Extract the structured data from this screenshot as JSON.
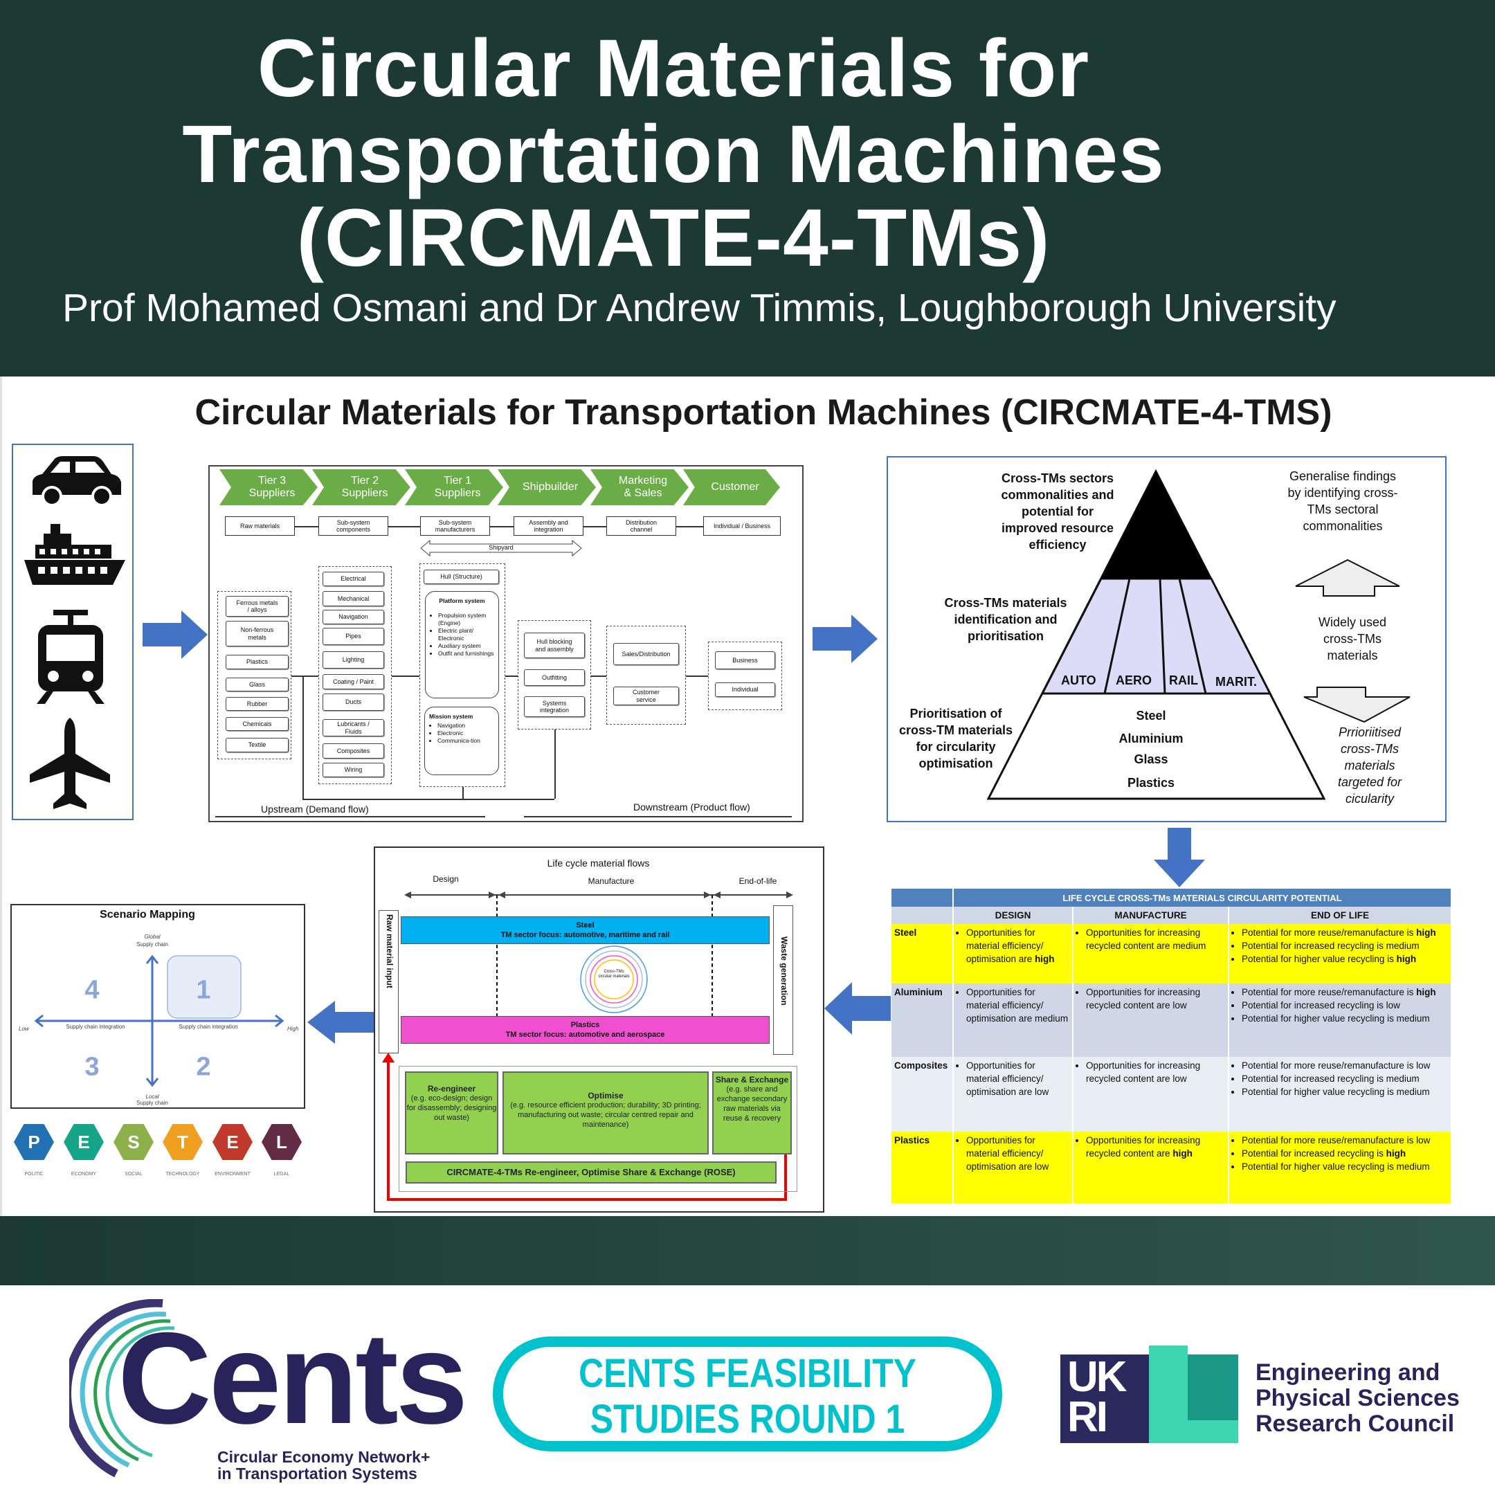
{
  "header": {
    "title_lines": [
      "Circular Materials for",
      "Transportation Machines",
      "(CIRCMATE-4-TMs)"
    ],
    "subtitle": "Prof Mohamed Osmani and Dr Andrew Timmis, Loughborough University"
  },
  "panel_title": "Circular Materials for Transportation Machines (CIRCMATE-4-TMS)",
  "colors": {
    "header": "#1c3933",
    "arrow": "#4472c4",
    "chevron": "#6aac46",
    "table_header": "#4f81bd",
    "highlight": "#ffff00",
    "steel_band": "#00b0f0",
    "plastics_band": "#f04fd0",
    "rose_green": "#92d050",
    "cents_navy": "#29235c",
    "cents_teal": "#00c2cc"
  },
  "icons": [
    "car-icon",
    "ship-icon",
    "train-icon",
    "airplane-icon"
  ],
  "supply_chain": {
    "stages": [
      "Tier 3\nSuppliers",
      "Tier 2\nSuppliers",
      "Tier 1\nSuppliers",
      "Shipbuilder",
      "Marketing\n& Sales",
      "Customer"
    ],
    "flow_boxes": [
      "Raw materials",
      "Sub-system\ncomponents",
      "Sub-system\nmanufacturers",
      "Assembly and\nintegration",
      "Distribution\nchannel",
      "Individual / Business"
    ],
    "shipyard": "Shipyard",
    "tier3_items": [
      "Ferrous metals\n/ alloys",
      "Non-ferrous\nmetals",
      "Plastics",
      "Glass",
      "Rubber",
      "Chemicals",
      "Textile"
    ],
    "tier2_items": [
      "Electrical",
      "Mechanical",
      "Navigation",
      "Pipes",
      "Lighting",
      "Coating / Paint",
      "Ducts",
      "Lubricants /\nFluids",
      "Composites",
      "Wiring"
    ],
    "tier1": {
      "hull": "Hull (Structure)",
      "platform_title": "Platform system",
      "platform_items": [
        "Propulsion system (Engine)",
        "Electric plant/ Electronic",
        "Auxiliary system",
        "Outfit and furnishings"
      ],
      "mission_title": "Mission system",
      "mission_items": [
        "Navigation",
        "Electronic",
        "Communica-tion"
      ]
    },
    "shipbuilder_items": [
      "Hull blocking\nand assembly",
      "Outfitting",
      "Systems\nintegration"
    ],
    "marketing_items": [
      "Sales/Distribution",
      "Customer\nservice"
    ],
    "customer_items": [
      "Business",
      "Individual"
    ],
    "upstream": "Upstream (Demand flow)",
    "downstream": "Downstream (Product flow)"
  },
  "pyramid": {
    "top_left": "Cross-TMs sectors\ncommonalities and\npotential for\nimproved resource\nefficiency",
    "mid_left": "Cross-TMs materials\nidentification and\nprioritisation",
    "bottom_left": "Prioritisation of\ncross-TM materials\nfor circularity\noptimisation",
    "sectors": [
      "AUTO",
      "AERO",
      "RAIL",
      "MARIT."
    ],
    "materials": [
      "Steel",
      "Aluminium",
      "Glass",
      "Plastics"
    ],
    "right_top": "Generalise findings\nby identifying cross-\nTMs sectoral\ncommonalities",
    "right_mid": "Widely used\ncross-TMs\nmaterials",
    "right_bottom": "Prrioriitised\ncross-TMs\nmaterials\ntargeted for\ncicularity"
  },
  "table": {
    "title": "LIFE CYCLE CROSS-TMs MATERIALS CIRCULARITY POTENTIAL",
    "columns": [
      "DESIGN",
      "MANUFACTURE",
      "END OF LIFE"
    ],
    "rows": [
      {
        "material": "Steel",
        "highlight": true,
        "design": [
          "Opportunities for material efficiency/ optimisation are high"
        ],
        "manufacture": [
          "Opportunities for increasing recycled content are medium"
        ],
        "eol": [
          "Potential for more reuse/remanufacture is high",
          "Potential for increased recycling is medium",
          "Potential for higher value recycling is high"
        ]
      },
      {
        "material": "Aluminium",
        "highlight": false,
        "design": [
          "Opportunities for material efficiency/ optimisation are medium"
        ],
        "manufacture": [
          "Opportunities for increasing recycled content are low"
        ],
        "eol": [
          "Potential for more reuse/remanufacture is high",
          "Potential for increased recycling is low",
          "Potential for higher value recycling is medium"
        ]
      },
      {
        "material": "Composites",
        "highlight": false,
        "design": [
          "Opportunities for material efficiency/ optimisation are low"
        ],
        "manufacture": [
          "Opportunities for increasing recycled content are low"
        ],
        "eol": [
          "Potential for more reuse/remanufacture is low",
          "Potential for increased recycling is medium",
          "Potential for higher value recycling is medium"
        ]
      },
      {
        "material": "Plastics",
        "highlight": true,
        "design": [
          "Opportunities for material efficiency/ optimisation are low"
        ],
        "manufacture": [
          "Opportunities for increasing recycled content are high"
        ],
        "eol": [
          "Potential for more reuse/remanufacture is low",
          "Potential for increased recycling is high",
          "Potential for higher value recycling is medium"
        ]
      }
    ]
  },
  "lifecycle": {
    "title": "Life cycle material flows",
    "phases": [
      "Design",
      "Manufacture",
      "End-of-life"
    ],
    "raw_input": "Raw material input",
    "waste": "Waste generation",
    "steel": "Steel\nTM sector focus: automotive, maritime and rail",
    "plastics": "Plastics\nTM sector focus: automotive and  aerospace",
    "circle_label": "Cross-TMs circular materials",
    "reengineer_title": "Re-engineer",
    "reengineer_desc": "(e.g. eco-design; design for disassembly; designing out waste)",
    "optimise_title": "Optimise",
    "optimise_desc": "(e.g. resource efficient production; durability; 3D printing; manufacturing out waste; circular centred repair and maintenance)",
    "share_title": "Share & Exchange",
    "share_desc": "(e.g. share and exchange secondary raw materials via reuse & recovery",
    "rose": "CIRCMATE-4-TMs Re-engineer, Optimise Share & Exchange (ROSE)"
  },
  "scenario": {
    "title": "Scenario Mapping",
    "global": "Global",
    "global_sub": "Supply chain",
    "local": "Local",
    "local_sub": "Supply chain",
    "low": "Low",
    "high": "High",
    "axis_left": "Supply chain integration",
    "axis_right": "Supply chain integration",
    "quadrants": [
      "4",
      "1",
      "3",
      "2"
    ],
    "pestel": [
      {
        "letter": "P",
        "label": "POLITIC",
        "color": "#2271b3"
      },
      {
        "letter": "E",
        "label": "ECONOMY",
        "color": "#17a589"
      },
      {
        "letter": "S",
        "label": "SOCIAL",
        "color": "#8db04a"
      },
      {
        "letter": "T",
        "label": "TECHNOLOGY",
        "color": "#f0a020"
      },
      {
        "letter": "E",
        "label": "ENVIRONMENT",
        "color": "#c0392b"
      },
      {
        "letter": "L",
        "label": "LEGAL",
        "color": "#642c44"
      }
    ]
  },
  "footer": {
    "cents_word": "Cents",
    "cents_sub": [
      "Circular Economy Network+",
      "in Transportation Systems"
    ],
    "pill": [
      "CENTS FEASIBILITY",
      "STUDIES ROUND 1"
    ],
    "ukri": [
      "UK",
      "RI"
    ],
    "epsrc": [
      "Engineering and",
      "Physical Sciences",
      "Research Council"
    ]
  }
}
